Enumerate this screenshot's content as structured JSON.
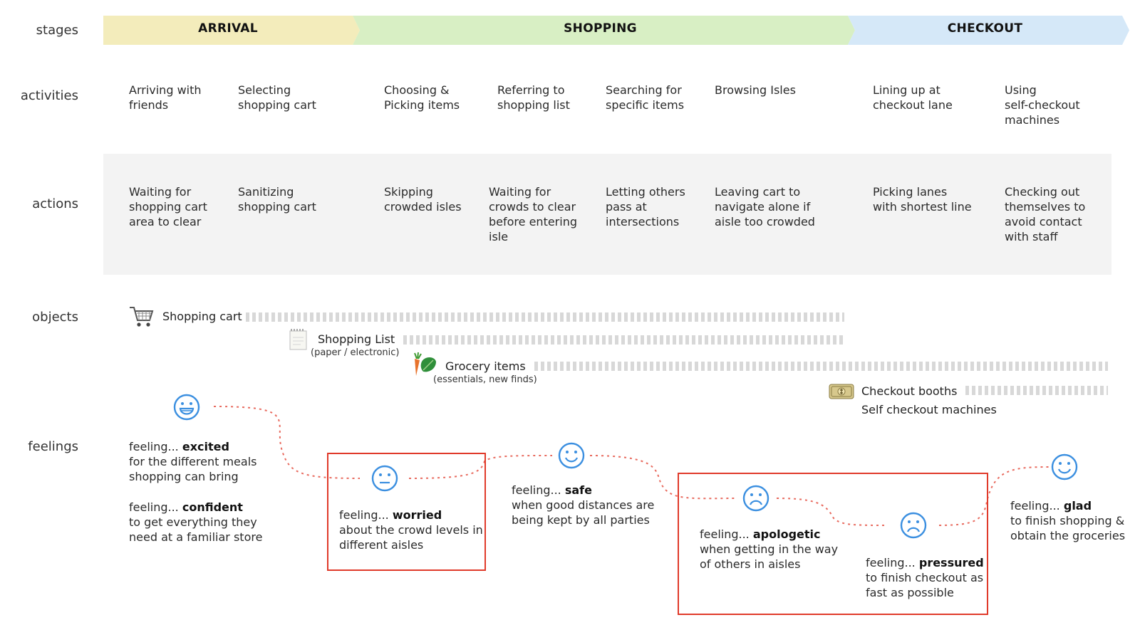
{
  "row_labels": {
    "stages": "stages",
    "activities": "activities",
    "actions": "actions",
    "objects": "objects",
    "feelings": "feelings"
  },
  "stages": [
    {
      "label": "ARRIVAL",
      "color": "#f3ecbb"
    },
    {
      "label": "SHOPPING",
      "color": "#d8efc4"
    },
    {
      "label": "CHECKOUT",
      "color": "#d5e8f8"
    }
  ],
  "activities": [
    "Arriving with\nfriends",
    "Selecting\nshopping cart",
    "Choosing &\nPicking items",
    "Referring to\nshopping list",
    "Searching for\nspecific items",
    "Browsing Isles",
    "Lining up at\ncheckout lane",
    "Using\nself-checkout\nmachines"
  ],
  "actions": [
    "Waiting for\nshopping cart\narea to clear",
    "Sanitizing\nshopping cart",
    "Skipping\ncrowded isles",
    "Waiting for\ncrowds to clear\nbefore entering\nisle",
    "Letting others\npass at\nintersections",
    "Leaving cart to\nnavigate alone if\naisle too crowded",
    "Picking lanes\nwith shortest line",
    "Checking out\nthemselves to\navoid contact\nwith staff"
  ],
  "objects": {
    "cart": {
      "label": "Shopping cart",
      "icon": "shopping-cart-icon"
    },
    "list": {
      "label": "Shopping List",
      "sub": "(paper / electronic)",
      "icon": "notepad-icon"
    },
    "grocery": {
      "label": "Grocery items",
      "sub": "(essentials, new finds)",
      "icon": "vegetables-icon"
    },
    "checkout": {
      "label": "Checkout booths",
      "sub": "Self checkout machines",
      "icon": "money-icon"
    }
  },
  "feelings": [
    {
      "prefix": "feeling...",
      "word": "excited",
      "text": "for the different meals\nshopping can bring",
      "face": "grin-face-icon"
    },
    {
      "prefix": "feeling...",
      "word": "confident",
      "text": "to get everything they\nneed at a familiar store"
    },
    {
      "prefix": "feeling...",
      "word": "worried",
      "text": "about the crowd levels in\ndifferent aisles",
      "face": "neutral-face-icon"
    },
    {
      "prefix": "feeling...",
      "word": "safe",
      "text": "when good distances are\nbeing kept by all parties",
      "face": "smile-face-icon"
    },
    {
      "prefix": "feeling...",
      "word": "apologetic",
      "text": "when getting in the way\nof others in aisles",
      "face": "sad-face-icon"
    },
    {
      "prefix": "feeling...",
      "word": "pressured",
      "text": "to finish checkout as\nfast as possible",
      "face": "sad-face-icon"
    },
    {
      "prefix": "feeling...",
      "word": "glad",
      "text": "to finish shopping &\nobtain the groceries",
      "face": "smile-face-icon"
    }
  ],
  "colors": {
    "face": "#3b8fe0",
    "path": "#e86a5e",
    "highlight": "#e03a2a",
    "actions_bg": "#f3f3f3"
  }
}
